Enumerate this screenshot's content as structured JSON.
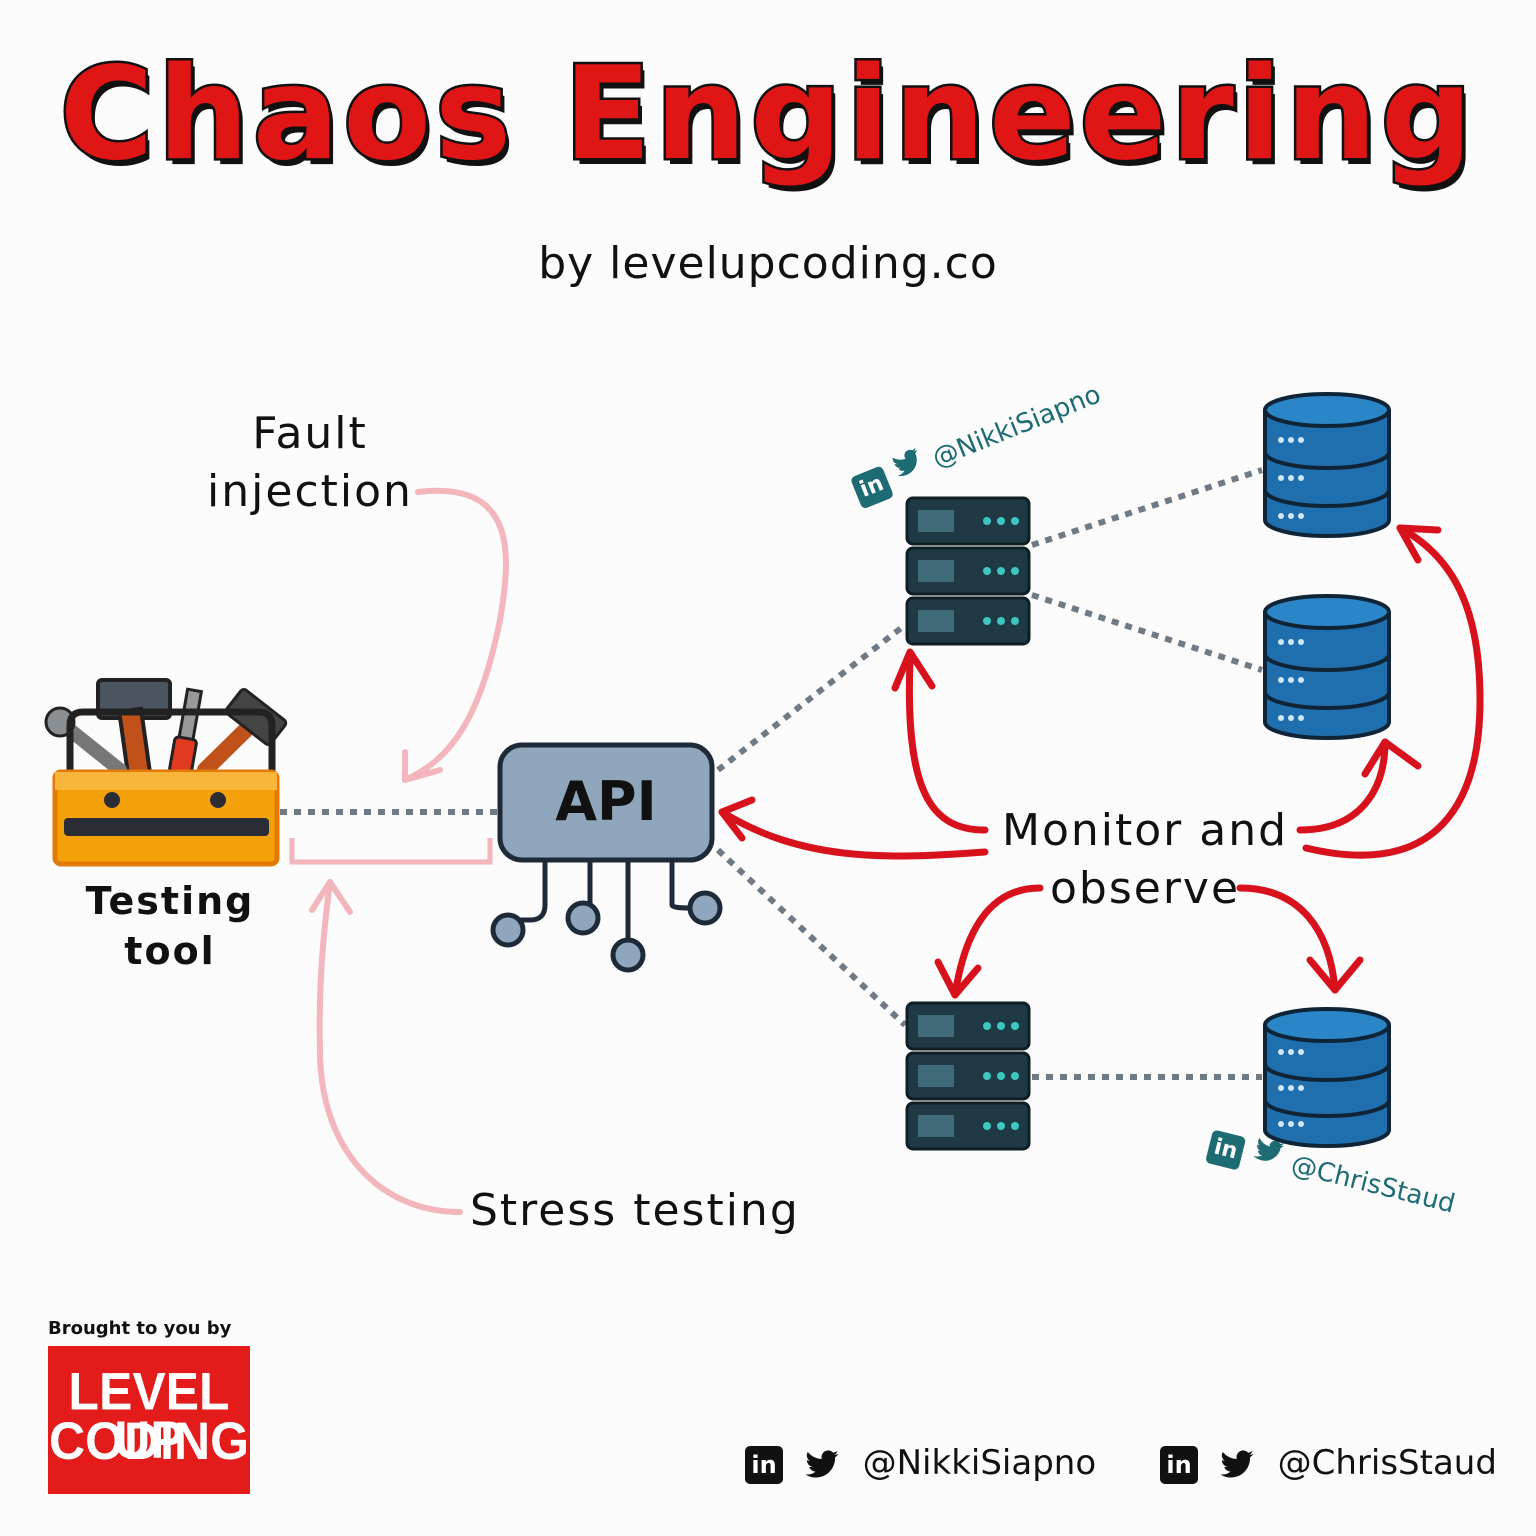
{
  "title": "Chaos Engineering",
  "subtitle": "by levelupcoding.co",
  "labels": {
    "fault_injection_line1": "Fault",
    "fault_injection_line2": "injection",
    "testing_tool_line1": "Testing",
    "testing_tool_line2": "tool",
    "api": "API",
    "monitor_line1": "Monitor and",
    "monitor_line2": "observe",
    "stress_testing": "Stress testing"
  },
  "watermarks": {
    "top_handle": "@NikkiSiapno",
    "bottom_handle": "@ChrisStaud",
    "linkedin_glyph": "in"
  },
  "footer": {
    "brought_to_you_by": "Brought to you by",
    "logo_line1": "LEVEL UP",
    "logo_line2": "CODING",
    "handle1": "@NikkiSiapno",
    "handle2": "@ChrisStaud",
    "linkedin_glyph": "in"
  },
  "colors": {
    "accent_red": "#e01515",
    "pink_arrow": "#f2b6bc",
    "teal": "#1d6b73",
    "server": "#1f3a45",
    "database": "#1f6fae",
    "api_box": "#8fa6bd",
    "toolbox": "#f5a20a"
  },
  "icons": [
    "toolbox-icon",
    "api-chip-icon",
    "server-icon",
    "database-icon",
    "linkedin-icon",
    "twitter-icon"
  ]
}
